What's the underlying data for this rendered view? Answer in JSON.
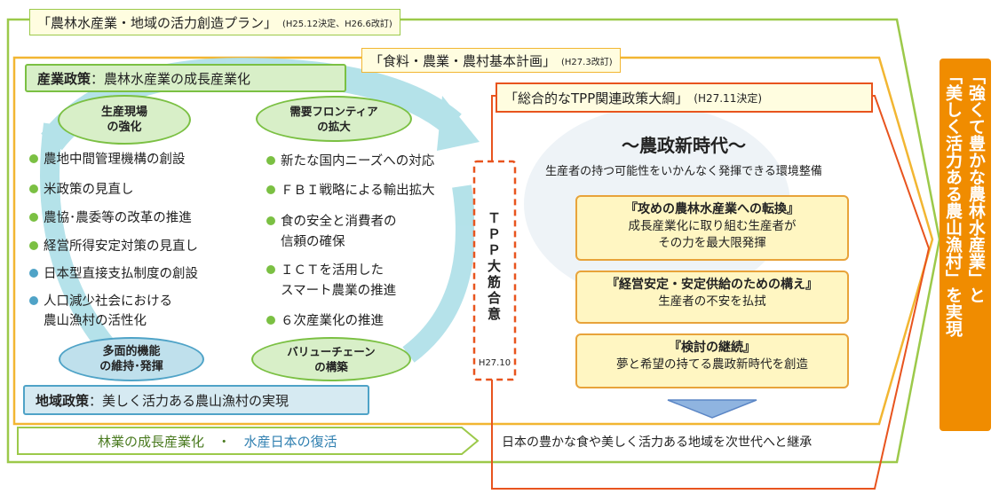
{
  "plan_agri": {
    "title": "「農林水産業・地域の活力創造プラン」",
    "note": "(H25.12決定、H26.6改訂)"
  },
  "plan_food": {
    "title": "「食料・農業・農村基本計画」",
    "note": "(H27.3改訂)"
  },
  "plan_tpp": {
    "title": "「総合的なTPP関連政策大綱」",
    "note": "(H27.11決定)"
  },
  "industry_policy": {
    "label": "産業政策",
    "text": "：農林水産業の成長産業化"
  },
  "regional_policy": {
    "label": "地域政策",
    "text": "：美しく活力ある農山漁村の実現"
  },
  "ellipses": {
    "production_line1": "生産現場",
    "production_line2": "の強化",
    "demand_line1": "需要フロンティア",
    "demand_line2": "の拡大",
    "multi_line1": "多面的機能",
    "multi_line2": "の維持･発揮",
    "value_line1": "バリューチェーン",
    "value_line2": "の構築"
  },
  "left_items": [
    {
      "text": "農地中間管理機構の創設",
      "color": "#7bc043"
    },
    {
      "text": "米政策の見直し",
      "color": "#7bc043"
    },
    {
      "text": "農協･農委等の改革の推進",
      "color": "#7bc043"
    },
    {
      "text": "経営所得安定対策の見直し",
      "color": "#7bc043"
    },
    {
      "text": "日本型直接支払制度の創設",
      "color": "#4fa3c7"
    },
    {
      "text": "人口減少社会における",
      "color": "#4fa3c7"
    }
  ],
  "left_item6_line2": "農山漁村の活性化",
  "right_items": [
    {
      "text": "新たな国内ニーズへの対応"
    },
    {
      "text": "ＦＢＩ戦略による輸出拡大"
    },
    {
      "text": "食の安全と消費者の"
    },
    {
      "text": "ＩＣＴを活用した"
    },
    {
      "text": "６次産業化の推進"
    }
  ],
  "right_item3_line2": "信頼の確保",
  "right_item4_line2": "スマート農業の推進",
  "forestry": {
    "left": "林業の成長産業化",
    "dot": "・",
    "right": "水産日本の復活"
  },
  "tpp_agreement": {
    "text": "ＴＰＰ大筋合意",
    "date": "H27.10"
  },
  "new_era": {
    "title": "～農政新時代～",
    "subtitle": "生産者の持つ可能性をいかんなく発揮できる環境整備"
  },
  "boxes": [
    {
      "title": "『攻めの農林水産業への転換』",
      "line1": "成長産業化に取り組む生産者が",
      "line2": "その力を最大限発揮"
    },
    {
      "title": "『経営安定・安定供給のための構え』",
      "line1": "生産者の不安を払拭",
      "line2": ""
    },
    {
      "title": "『検討の継続』",
      "line1": "夢と希望の持てる農政新時代を創造",
      "line2": ""
    }
  ],
  "bottom_text": "日本の豊かな食や美しく活力ある地域を次世代へと継承",
  "goal": {
    "line1": "「強くて豊かな農林水産業」と",
    "line2": "「美しく活力ある農山漁村」を実現"
  },
  "colors": {
    "green_frame": "#9cc94a",
    "yellow_frame": "#f2b632",
    "orange_frame": "#e8541e",
    "goal_bg": "#f08c00",
    "cycle": "#a8dde6"
  }
}
